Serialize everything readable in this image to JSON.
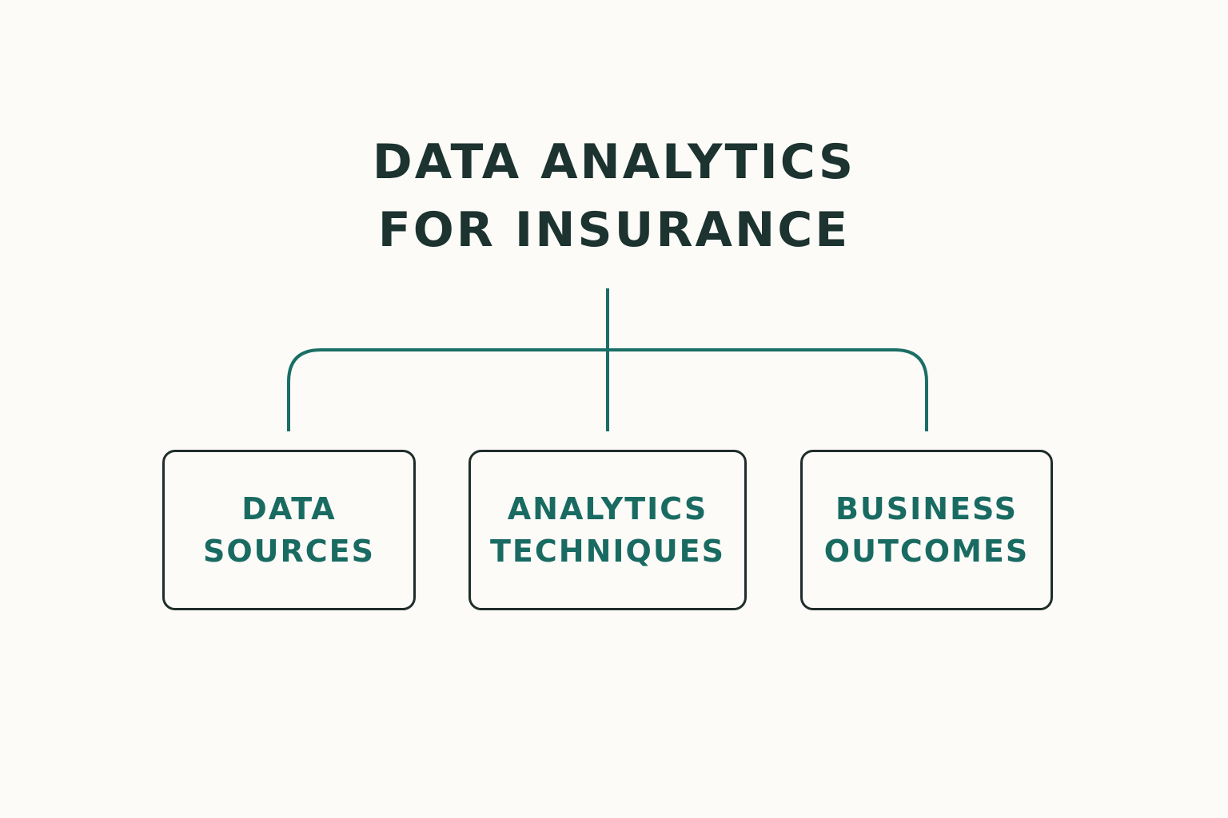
{
  "title": {
    "line1": "DATA ANALYTICS",
    "line2": "FOR INSURANCE"
  },
  "nodes": [
    {
      "line1": "DATA",
      "line2": "SOURCES"
    },
    {
      "line1": "ANALYTICS",
      "line2": "TECHNIQUES"
    },
    {
      "line1": "BUSINESS",
      "line2": "OUTCOMES"
    }
  ],
  "colors": {
    "background": "#fcfbf7",
    "title_text": "#1c3330",
    "node_text": "#196b62",
    "connector": "#1a6e65",
    "box_border": "#1f2d2b"
  }
}
